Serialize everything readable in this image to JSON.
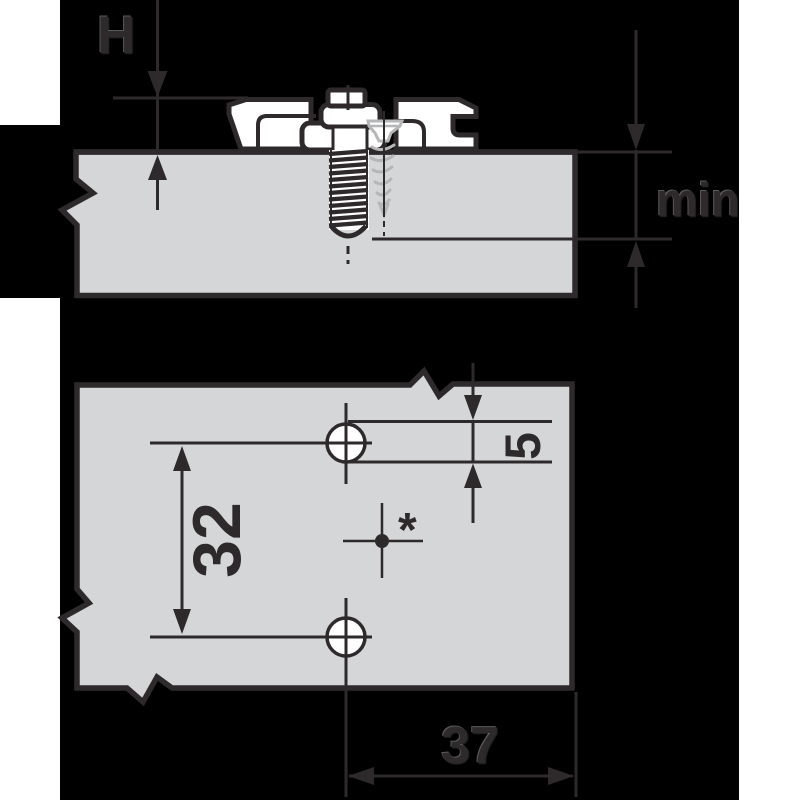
{
  "drawing": {
    "title": "mounting-plate-drilling-diagram",
    "cross_section": {
      "labels": {
        "plate_height": "H",
        "min_depth": "min"
      }
    },
    "top_view": {
      "labels": {
        "hole_spacing": "32",
        "hole_diameter": "5",
        "edge_distance": "37",
        "reference_mark": "*"
      }
    },
    "colors": {
      "background": "#000000",
      "margin": "#ffffff",
      "ink": "#2e2a2b",
      "panel_fill": "#d5d6d7",
      "plate_fill": "#ffffff",
      "wood_screw_gray": "#b4b6b8"
    }
  }
}
